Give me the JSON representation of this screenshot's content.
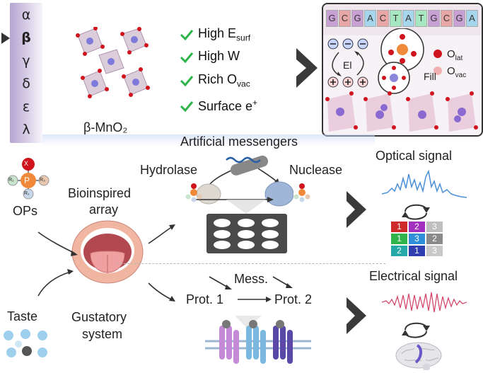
{
  "phases": [
    "α",
    "β",
    "γ",
    "δ",
    "ε",
    "λ"
  ],
  "selected_phase": "β",
  "crystal_label": "β-MnO₂",
  "features": [
    {
      "main": "High E",
      "sub": "surf",
      "sup": ""
    },
    {
      "main": "High W",
      "sub": "",
      "sup": ""
    },
    {
      "main": "Rich O",
      "sub": "vac",
      "sup": ""
    },
    {
      "main": "Surface e",
      "sub": "",
      "sup": "+"
    }
  ],
  "panel": {
    "dna_sequence": [
      "G",
      "C",
      "G",
      "A",
      "C",
      "T",
      "A",
      "T",
      "G",
      "C",
      "G",
      "A"
    ],
    "electron_label": "El",
    "fill_label": "Fill",
    "legend": [
      {
        "main": "O",
        "sub": "lat",
        "color": "#d0141e"
      },
      {
        "main": "O",
        "sub": "vac",
        "color": "#f0b0b0"
      }
    ]
  },
  "messengers_title": "Artificial messengers",
  "hydrolase_label": "Hydrolase",
  "nuclease_label": "Nuclease",
  "ops_label": "OPs",
  "bioinspired_label": [
    "Bioinspired",
    "array"
  ],
  "op_substituents": [
    "X",
    "P",
    "R₁",
    "R₂",
    "R₃"
  ],
  "optical_title": "Optical signal",
  "electrical_title": "Electrical signal",
  "matrix": [
    [
      {
        "v": "1",
        "c": "#cf2a2a"
      },
      {
        "v": "2",
        "c": "#a32fbf"
      },
      {
        "v": "3",
        "c": "#bfbfbf"
      }
    ],
    [
      {
        "v": "1",
        "c": "#2fb34a"
      },
      {
        "v": "3",
        "c": "#2f8fd8"
      },
      {
        "v": "2",
        "c": "#8a8a8a"
      }
    ],
    [
      {
        "v": "2",
        "c": "#25a8a8"
      },
      {
        "v": "1",
        "c": "#2f3fb0"
      },
      {
        "v": "3",
        "c": "#c8c8c8"
      }
    ]
  ],
  "mess_label": "Mess.",
  "prot1_label": "Prot. 1",
  "prot2_label": "Prot. 2",
  "taste_label": "Taste",
  "gustatory_label": [
    "Gustatory",
    "system"
  ]
}
